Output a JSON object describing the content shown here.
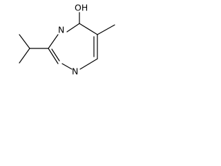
{
  "structure": {
    "atoms": {
      "hydroxyl": "OH",
      "ring_nitrogen_1": "N",
      "ring_nitrogen_2": "N"
    },
    "colors": {
      "bond": "#000000",
      "label": "#000000",
      "background": "#ffffff"
    }
  }
}
